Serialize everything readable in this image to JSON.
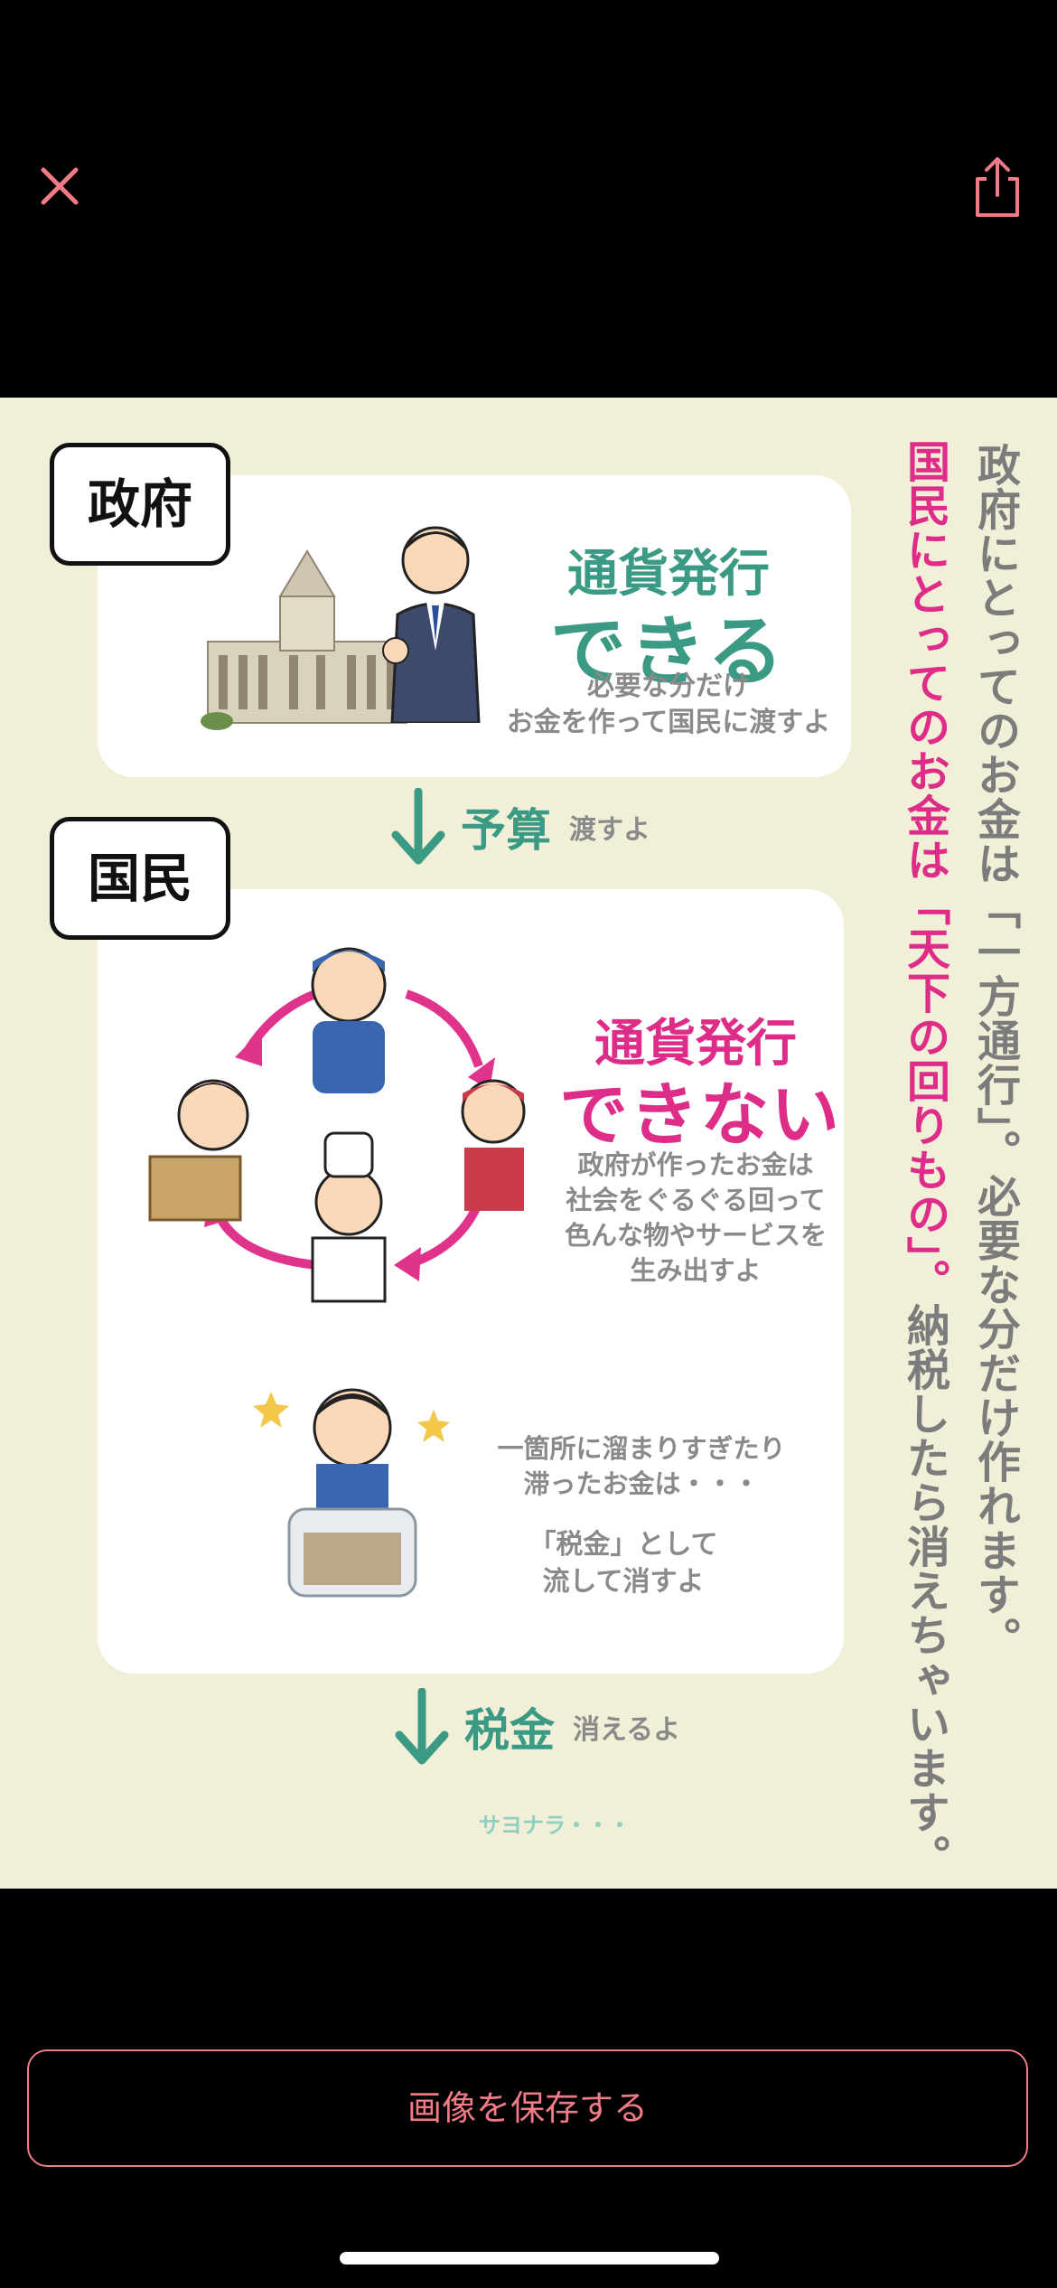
{
  "toolbar": {
    "close_icon": "close-icon",
    "share_icon": "share-icon"
  },
  "infographic": {
    "gov_tag": "政府",
    "gov_title_line1": "通貨発行",
    "gov_title_line2": "できる",
    "gov_sub_line1": "必要な分だけ",
    "gov_sub_line2": "お金を作って国民に渡すよ",
    "budget_label": "予算",
    "budget_note": "渡すよ",
    "people_tag": "国民",
    "people_title_line1": "通貨発行",
    "people_title_line2": "できない",
    "people_sub": "政府が作ったお金は\n社会をぐるぐる回って\n色んな物やサービスを\n生み出すよ",
    "stuck_text": "一箇所に溜まりすぎたり\n滞ったお金は・・・",
    "tax_text": "「税金」として\n流して消すよ",
    "tax_label": "税金",
    "tax_note": "消えるよ",
    "goodbye": "サヨナラ・・・",
    "vertical_gov": "政府にとってのお金は「一方通行」。必要な分だけ作れます。",
    "vertical_people_pink": "国民にとってのお金は「天下の回りもの」。",
    "vertical_people_tail": "納税したら消えちゃいます。"
  },
  "save_button": {
    "label": "画像を保存する"
  },
  "colors": {
    "accent_pink": "#de2d88",
    "accent_teal": "#3a9a84",
    "button_outline": "#f07a86",
    "background_cream": "#f2efd8"
  }
}
